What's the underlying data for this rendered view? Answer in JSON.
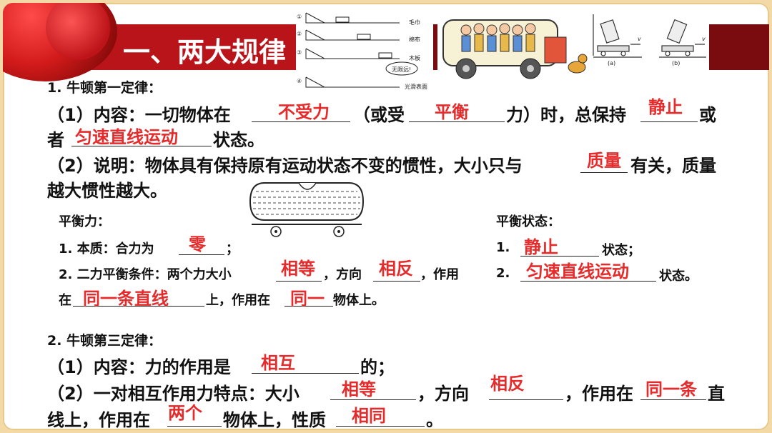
{
  "title": "一、两大规律",
  "ramp_labels": [
    "毛巾",
    "棉布",
    "木板",
    "光滑表面"
  ],
  "ramp_numbers": [
    "①",
    "②",
    "③",
    "④"
  ],
  "ramp_bubble": "无限远!",
  "cart_captions": [
    "(a)",
    "(b)"
  ],
  "cart_axis": "v",
  "sec1": {
    "heading": "1. 牛顿第一定律：",
    "content_l1_a": "（1）内容：一切物体在",
    "content_l1_b": "（或受",
    "content_l1_c": "力）时，总保持",
    "content_l1_d": "或",
    "content_l2_a": "者",
    "content_l2_b": "状态。",
    "explain_l1_a": "（2）说明：物体具有保持原有运动状态不变的惯性，大小只与",
    "explain_l1_b": "有关，质量",
    "explain_l2": "越大惯性越大。",
    "ans_no_force": "不受力",
    "ans_balance": "平衡",
    "ans_rest": "静止",
    "ans_uniform": "匀速直线运动",
    "ans_mass": "质量"
  },
  "balance_force": {
    "heading": "平衡力：",
    "item1_a": "1.  本质：合力为",
    "item1_b": "；",
    "item2_a": "2.  二力平衡条件：两个力大小",
    "item2_b": "，方向",
    "item2_c": "，作用",
    "item3_a": "在",
    "item3_b": "上，作用在",
    "item3_c": "物体上。",
    "ans_zero": "零",
    "ans_equal": "相等",
    "ans_opposite": "相反",
    "ans_same_line": "同一条直线",
    "ans_same_obj": "同一"
  },
  "balance_state": {
    "heading": "平衡状态：",
    "item1_num": "1.",
    "item1_b": "状态；",
    "item2_num": "2.",
    "item2_b": "状态。",
    "ans_rest": "静止",
    "ans_uniform": "匀速直线运动"
  },
  "sec2": {
    "heading": "2. 牛顿第三定律：",
    "content_a": "（1）内容：力的作用是",
    "content_b": "的；",
    "feature_a": "（2）一对相互作用力特点：大小",
    "feature_b": "，方向",
    "feature_c": "，作用在",
    "feature_d": "直",
    "feature2_a": "线上，作用在",
    "feature2_b": "物体上，性质",
    "feature2_c": "。",
    "ans_mutual": "相互",
    "ans_equal": "相等",
    "ans_opposite": "相反",
    "ans_same_line": "同一条",
    "ans_two": "两个",
    "ans_same": "相同"
  },
  "colors": {
    "answer": "#e52b2b",
    "banner": "#b8141a",
    "banner_dark": "#7a0c10",
    "frame": "#f3d9a6"
  }
}
